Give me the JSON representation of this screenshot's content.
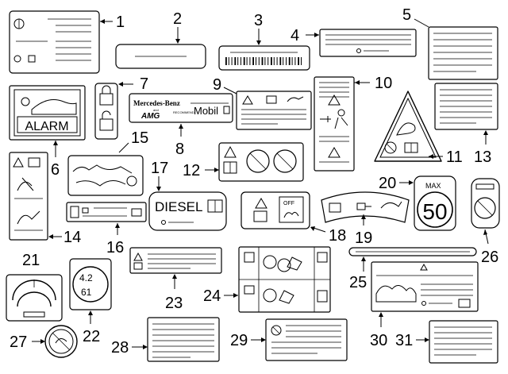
{
  "callouts": [
    "1",
    "2",
    "3",
    "4",
    "5",
    "6",
    "7",
    "8",
    "9",
    "10",
    "11",
    "12",
    "13",
    "14",
    "15",
    "16",
    "17",
    "18",
    "19",
    "20",
    "21",
    "22",
    "23",
    "24",
    "25",
    "26",
    "27",
    "28",
    "29",
    "30",
    "31"
  ],
  "label_texts": {
    "alarm": "ALARM",
    "diesel": "DIESEL",
    "off": "OFF",
    "max": "MAX",
    "speed": "50",
    "tire_a": "4.2",
    "tire_b": "61",
    "brand_a": "Mercedes-Benz",
    "brand_b": "AMG",
    "brand_c": "Mobil",
    "brand_and": "and",
    "brand_rec": "RECOMMEND"
  }
}
